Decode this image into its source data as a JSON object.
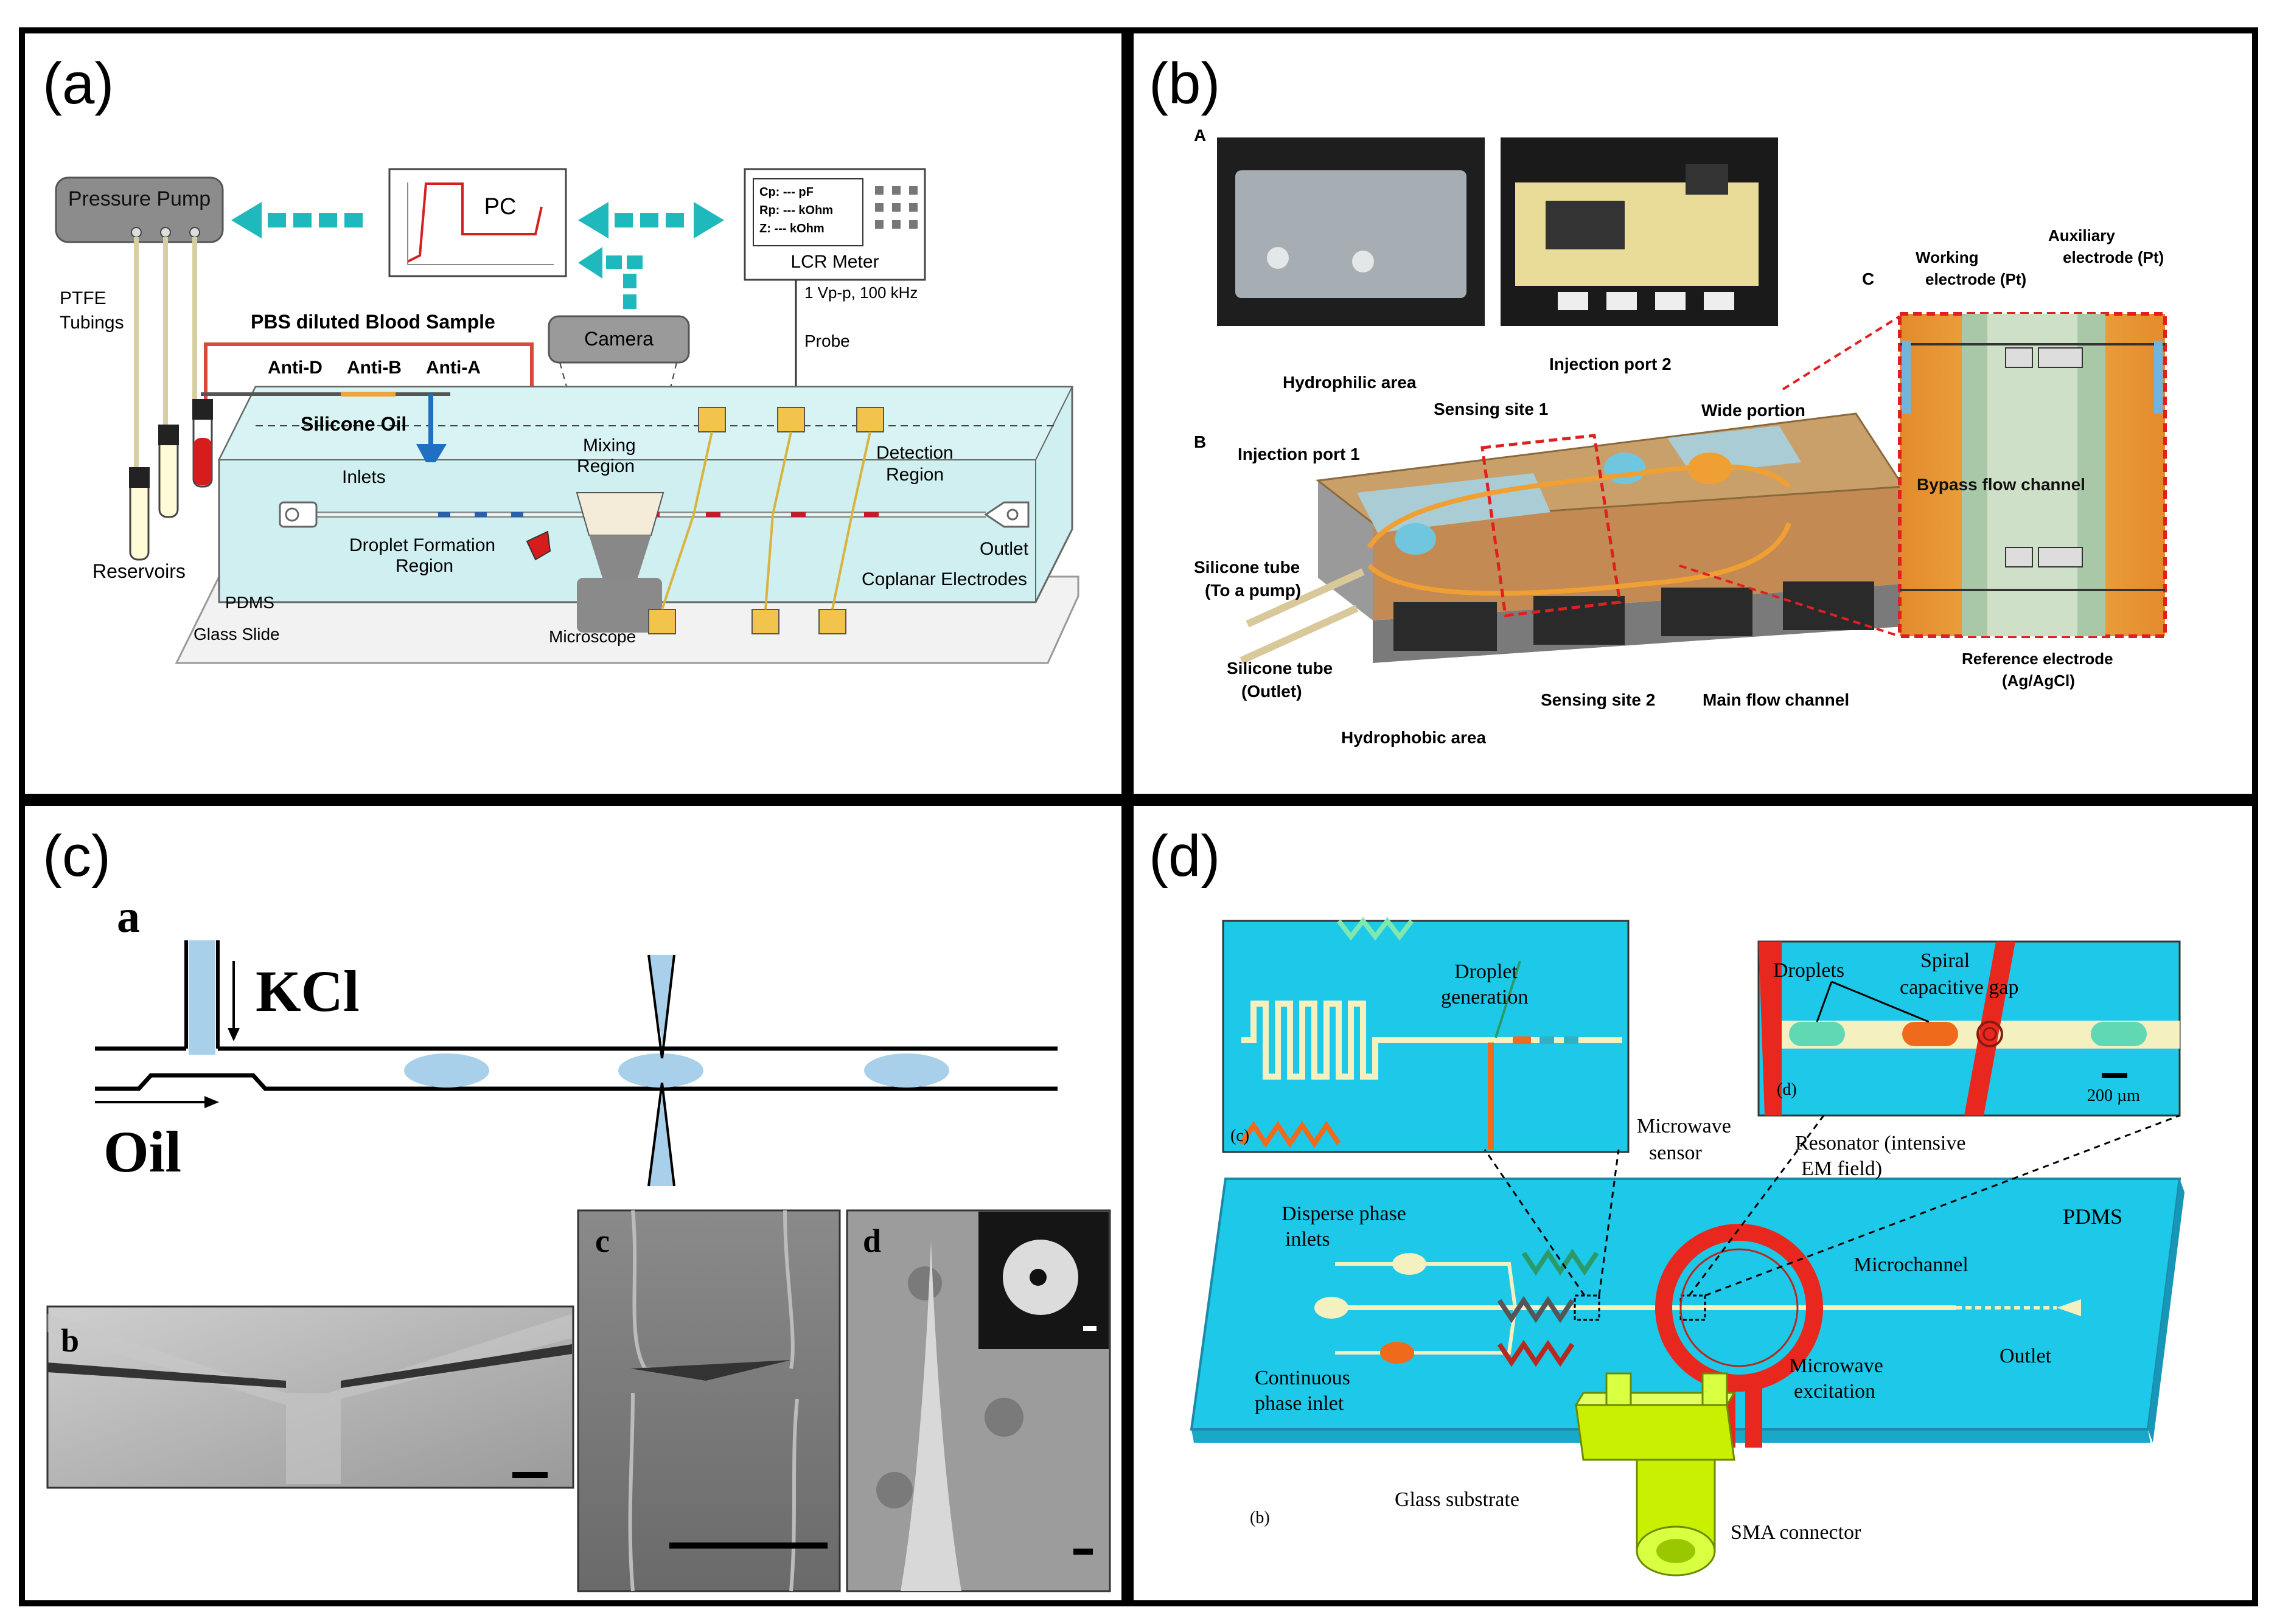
{
  "panel_a": {
    "panel_label": "(a)",
    "pressure_pump": "Pressure Pump",
    "pc": "PC",
    "lcr_cp": "Cp: --- pF",
    "lcr_rp": "Rp: --- kOhm",
    "lcr_z": "Z:   --- kOhm",
    "lcr_meter": "LCR Meter",
    "lcr_setting": "1 Vp-p, 100 kHz",
    "probe": "Probe",
    "camera": "Camera",
    "ptfe": "PTFE",
    "tubings": "Tubings",
    "pbs": "PBS diluted Blood Sample",
    "anti_d": "Anti-D",
    "anti_b": "Anti-B",
    "anti_a": "Anti-A",
    "silicone_oil": "Silicone Oil",
    "inlets": "Inlets",
    "mixing": "Mixing",
    "region": "Region",
    "detection": "Detection",
    "droplet_formation": "Droplet Formation",
    "outlet": "Outlet",
    "reservoirs": "Reservoirs",
    "pdms": "PDMS",
    "glass_slide": "Glass Slide",
    "microscope": "Microscope",
    "coplanar": "Coplanar Electrodes"
  },
  "panel_b": {
    "panel_label": "(b)",
    "sub_a": "A",
    "sub_b": "B",
    "sub_c": "C",
    "hydrophilic": "Hydrophilic area",
    "injection1": "Injection port 1",
    "injection2": "Injection port 2",
    "sensing1": "Sensing site 1",
    "sensing2": "Sensing site 2",
    "wide_portion": "Wide portion",
    "silicone_pump_1": "Silicone tube",
    "silicone_pump_2": "(To a pump)",
    "silicone_outlet_1": "Silicone tube",
    "silicone_outlet_2": "(Outlet)",
    "hydrophobic": "Hydrophobic area",
    "main_flow": "Main flow channel",
    "working_1": "Working",
    "working_2": "electrode (Pt)",
    "auxiliary_1": "Auxiliary",
    "auxiliary_2": "electrode (Pt)",
    "bypass": "Bypass flow channel",
    "reference_1": "Reference electrode",
    "reference_2": "(Ag/AgCl)"
  },
  "panel_c": {
    "panel_label": "(c)",
    "sub_a": "a",
    "kcl": "KCl",
    "oil": "Oil",
    "sub_b": "b",
    "sub_c": "c",
    "sub_d": "d"
  },
  "panel_d": {
    "panel_label": "(d)",
    "droplet_gen_1": "Droplet",
    "droplet_gen_2": "generation",
    "inset_c": "(c)",
    "droplets": "Droplets",
    "spiral_1": "Spiral",
    "spiral_2": "capacitive gap",
    "inset_d": "(d)",
    "scale": "200 µm",
    "microwave_sensor_1": "Microwave",
    "microwave_sensor_2": "sensor",
    "resonator_1": "Resonator (intensive",
    "resonator_2": "EM field)",
    "pdms": "PDMS",
    "disperse_1": "Disperse phase",
    "disperse_2": "inlets",
    "microchannel": "Microchannel",
    "continuous_1": "Continuous",
    "continuous_2": "phase inlet",
    "outlet": "Outlet",
    "microwave_exc_1": "Microwave",
    "microwave_exc_2": "excitation",
    "glass": "Glass substrate",
    "sma": "SMA connector",
    "sub_b": "(b)"
  },
  "colors": {
    "teal_arrow": "#1fb8bd",
    "chip_a": "#cfeff0",
    "electrode_a": "#f2c44c",
    "chip_b": "#c9955a",
    "chip_d": "#1ec8e8",
    "resonator_d": "#e8281e",
    "connector_d": "#c8f000"
  }
}
